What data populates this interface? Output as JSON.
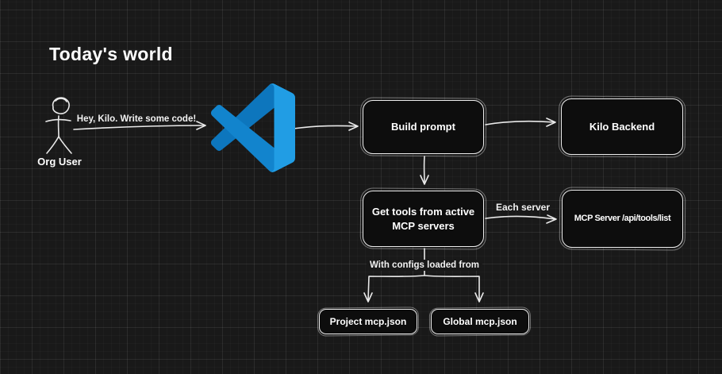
{
  "title": "Today's world",
  "actor": {
    "label": "Org User"
  },
  "nodes": {
    "build_prompt": "Build prompt",
    "kilo_backend": "Kilo Backend",
    "get_tools": "Get tools from active\nMCP servers",
    "mcp_server": "MCP Server /api/tools/list",
    "project_mcp": "Project mcp.json",
    "global_mcp": "Global mcp.json"
  },
  "edge_labels": {
    "user_request": "Hey, Kilo. Write some code!",
    "each_server": "Each server",
    "with_configs": "With configs loaded from"
  },
  "icons": {
    "vscode": "vscode-logo"
  },
  "colors": {
    "canvas_bg": "#191919",
    "node_fill": "#0d0d0d",
    "stroke": "#ededed",
    "text": "#ffffff",
    "vscode_blue_dark": "#0d76bd",
    "vscode_blue_mid": "#1284cd",
    "vscode_blue_light": "#219de4"
  }
}
